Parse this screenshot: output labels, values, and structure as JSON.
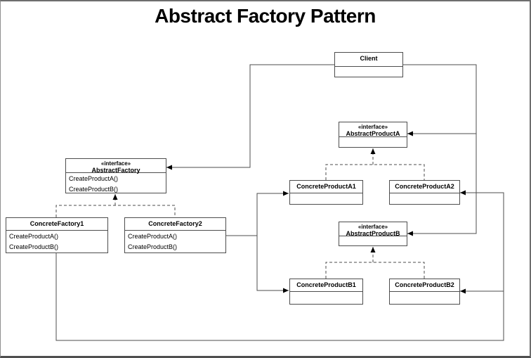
{
  "title": "Abstract Factory Pattern",
  "nodes": {
    "client": {
      "name": "Client"
    },
    "abstractFactory": {
      "stereotype": "«interface»",
      "name": "AbstractFactory",
      "methods": [
        "CreateProductA()",
        "CreateProductB()"
      ]
    },
    "concreteFactory1": {
      "name": "ConcreteFactory1",
      "methods": [
        "CreateProductA()",
        "CreateProductB()"
      ]
    },
    "concreteFactory2": {
      "name": "ConcreteFactory2",
      "methods": [
        "CreateProductA()",
        "CreateProductB()"
      ]
    },
    "abstractProductA": {
      "stereotype": "«interface»",
      "name": "AbstractProductA"
    },
    "concreteProductA1": {
      "name": "ConcreteProductA1"
    },
    "concreteProductA2": {
      "name": "ConcreteProductA2"
    },
    "abstractProductB": {
      "stereotype": "«interface»",
      "name": "AbstractProductB"
    },
    "concreteProductB1": {
      "name": "ConcreteProductB1"
    },
    "concreteProductB2": {
      "name": "ConcreteProductB2"
    }
  },
  "colors": {
    "line": "#4d4d4d",
    "arrow": "#000000",
    "box_border": "#4d4d4d",
    "background": "#ffffff"
  }
}
